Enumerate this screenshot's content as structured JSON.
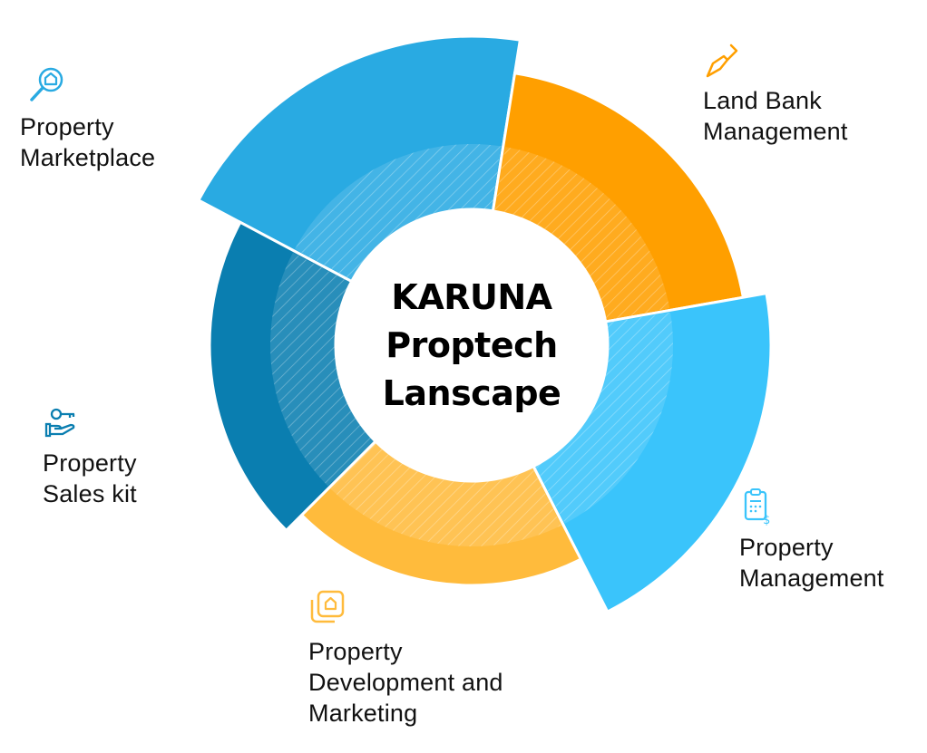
{
  "title": {
    "line1": "KARUNA",
    "line2": "Proptech",
    "line3": "Lanscape"
  },
  "segments": [
    {
      "id": "marketplace",
      "label_line1": "Property",
      "label_line2": "Marketplace",
      "icon": "search-house-icon",
      "color": "#29aae2"
    },
    {
      "id": "landbank",
      "label_line1": "Land Bank",
      "label_line2": "Management",
      "icon": "trowel-icon",
      "color": "#ff9f00"
    },
    {
      "id": "management",
      "label_line1": "Property",
      "label_line2": "Management",
      "icon": "clipboard-dollar-icon",
      "color": "#3ac4fb"
    },
    {
      "id": "development",
      "label_line1": "Property",
      "label_line2": "Development and",
      "label_line3": "Marketing",
      "icon": "house-layers-icon",
      "color": "#ffbb3c"
    },
    {
      "id": "saleskit",
      "label_line1": "Property",
      "label_line2": "Sales kit",
      "icon": "hand-key-icon",
      "color": "#0a7eb0"
    }
  ]
}
